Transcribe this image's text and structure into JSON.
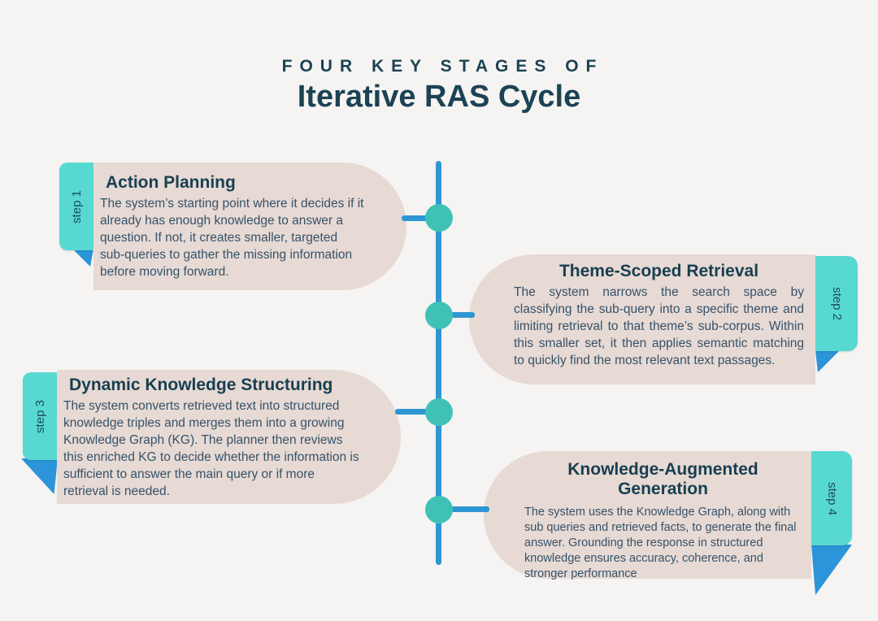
{
  "page": {
    "eyebrow": "FOUR KEY STAGES OF",
    "title": "Iterative RAS Cycle"
  },
  "colors": {
    "background": "#f5f4f2",
    "card_background": "#e7d9d4",
    "tab_teal": "#57d9d2",
    "timeline_blue": "#2e96d3",
    "dot_teal": "#3fc2b5",
    "fold_blue": "#2c94d8",
    "heading_navy": "#1c4254",
    "body_slate": "#35536a"
  },
  "steps": [
    {
      "label": "step 1",
      "title": "Action Planning",
      "body": "The system’s starting point where it decides if it already has enough knowledge to answer a question. If not, it creates smaller, targeted sub-queries to gather the missing information before moving forward."
    },
    {
      "label": "step 2",
      "title": "Theme-Scoped Retrieval",
      "body": "The system narrows the search space by classifying the sub-query into a specific theme and limiting retrieval to that theme’s sub-corpus. Within this smaller set, it then applies semantic matching to quickly find the most relevant text passages."
    },
    {
      "label": "step 3",
      "title": "Dynamic Knowledge Structuring",
      "body": "The system converts retrieved text into structured knowledge triples and merges them into a growing Knowledge Graph (KG). The planner then reviews this enriched KG to decide whether the information is sufficient to answer the main query or if more retrieval is needed."
    },
    {
      "label": "step 4",
      "title": "Knowledge-Augmented Generation",
      "body": "The system uses the Knowledge Graph, along with sub queries and retrieved facts, to generate the final answer. Grounding the response in structured knowledge ensures accuracy, coherence, and stronger performance"
    }
  ]
}
